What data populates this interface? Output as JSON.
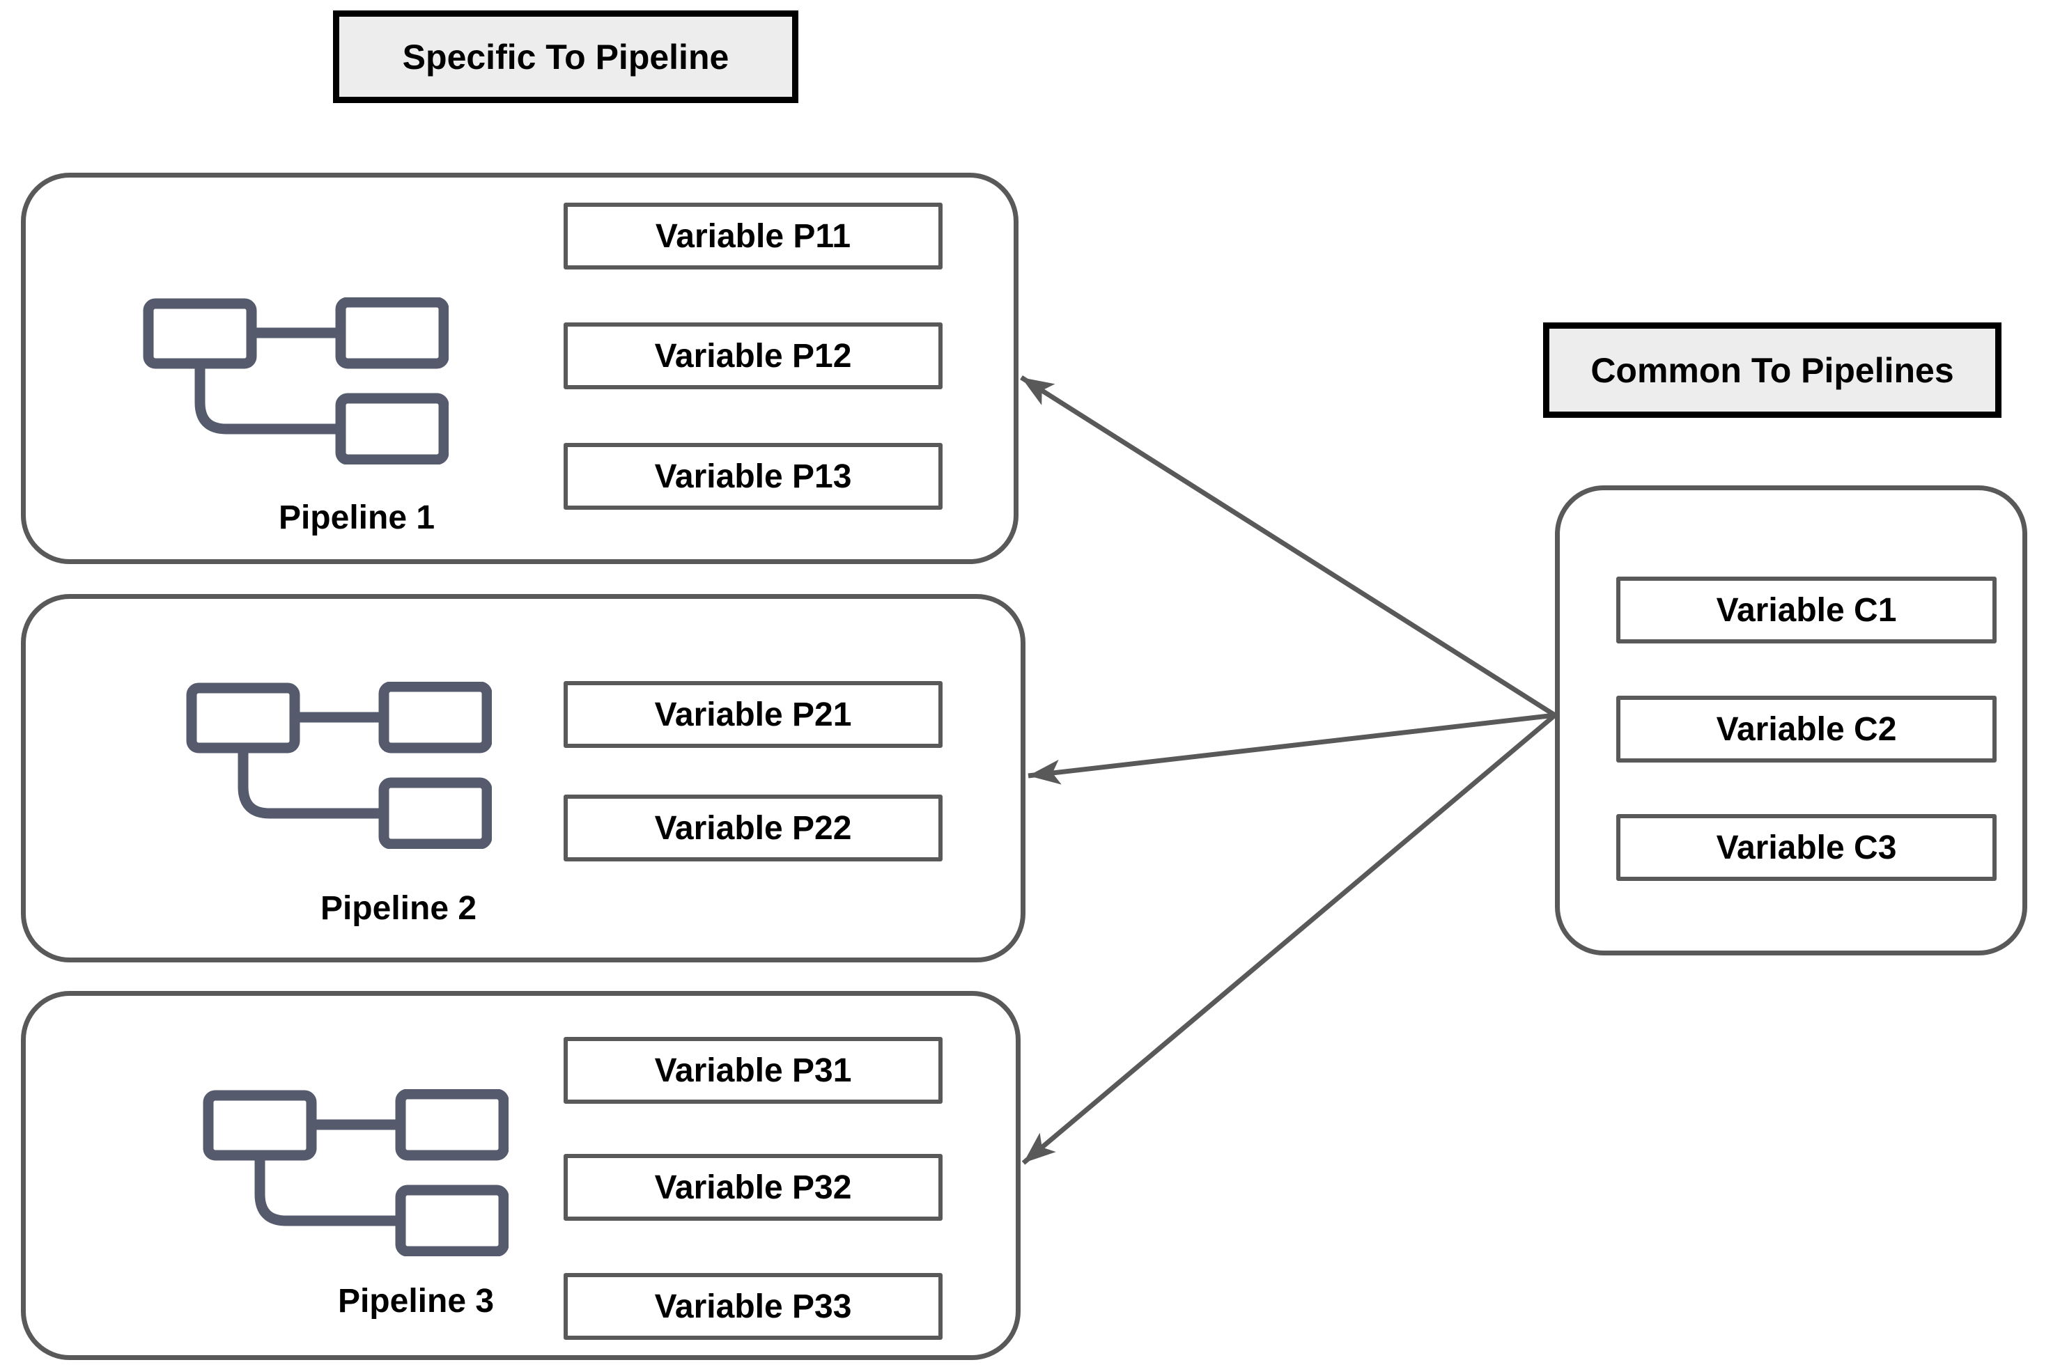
{
  "headings": {
    "specific": "Specific To Pipeline",
    "common": "Common To Pipelines"
  },
  "pipelines": [
    {
      "name": "Pipeline 1",
      "variables": [
        "Variable P11",
        "Variable P12",
        "Variable P13"
      ]
    },
    {
      "name": "Pipeline 2",
      "variables": [
        "Variable P21",
        "Variable P22"
      ]
    },
    {
      "name": "Pipeline 3",
      "variables": [
        "Variable P31",
        "Variable P32",
        "Variable P33"
      ]
    }
  ],
  "common_group": {
    "variables": [
      "Variable C1",
      "Variable C2",
      "Variable C3"
    ]
  },
  "icons": {
    "pipeline": "flowchart-nodes-icon"
  },
  "colors": {
    "background": "#ffffff",
    "container_border": "#595959",
    "arrow": "#595959",
    "heading_fill": "#ededed",
    "heading_border": "#000000",
    "icon_stroke": "#555a6c",
    "text": "#000000"
  }
}
